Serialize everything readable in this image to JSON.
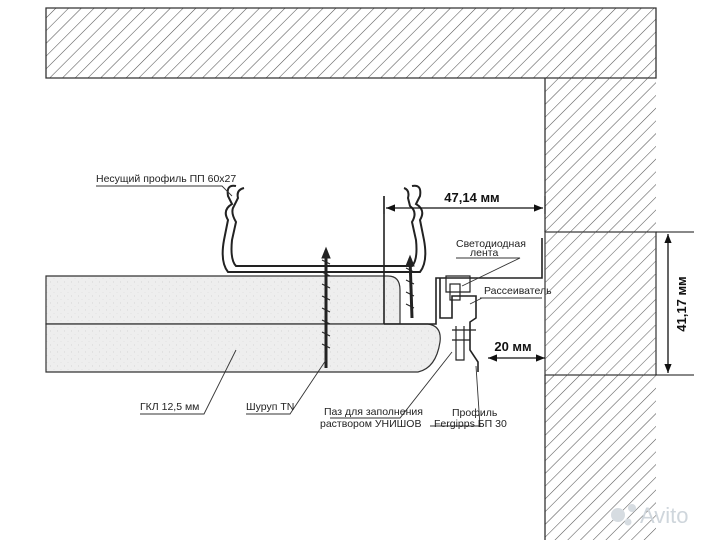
{
  "labels": {
    "profile_pp": "Несущий профиль ПП 60x27",
    "led": "Светодиодная",
    "led2": "лента",
    "diffuser": "Рассеиватель",
    "gkl": "ГКЛ 12,5 мм",
    "screw": "Шуруп TN",
    "groove": "Паз для заполнения",
    "groove2": "раствором УНИШОВ",
    "profile_bp": "Профиль",
    "profile_bp2": "Fergipps БП 30"
  },
  "dimensions": {
    "horizontal": "47,14 мм",
    "gap": "20 мм",
    "vertical": "41,17 мм"
  },
  "watermark": "Avito",
  "colors": {
    "hatch": "#555555",
    "board": "#eeeeee",
    "line": "#222222"
  }
}
